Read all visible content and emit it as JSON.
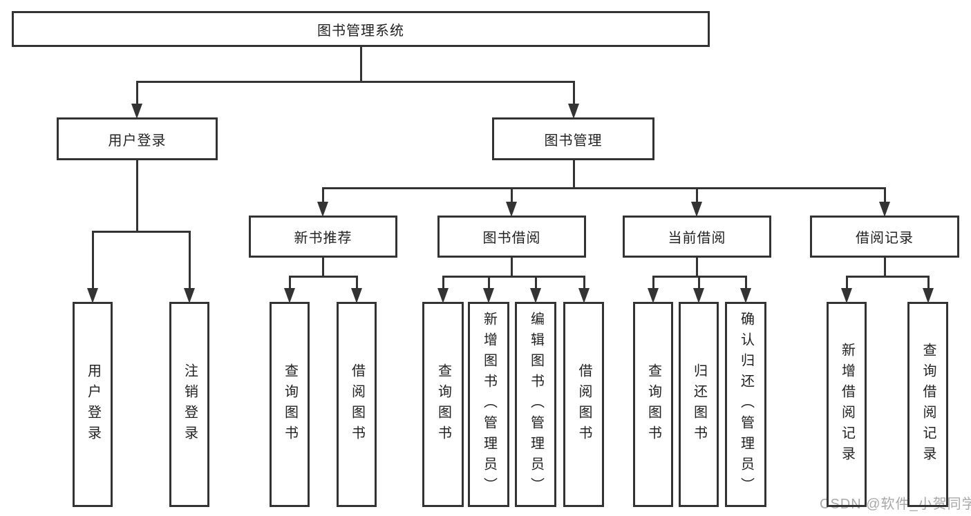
{
  "root": {
    "label": "图书管理系统"
  },
  "level2": [
    {
      "id": "user-login",
      "label": "用户登录",
      "children": [
        "用户登录",
        "注销登录"
      ]
    },
    {
      "id": "book-management",
      "label": "图书管理",
      "sections": [
        {
          "id": "new-book-recommend",
          "label": "新书推荐",
          "children": [
            "查询图书",
            "借阅图书"
          ]
        },
        {
          "id": "book-borrow",
          "label": "图书借阅",
          "children": [
            "查询图书",
            "新增图书（管理员）",
            "编辑图书（管理员）",
            "借阅图书"
          ]
        },
        {
          "id": "current-borrow",
          "label": "当前借阅",
          "children": [
            "查询图书",
            "归还图书",
            "确认归还（管理员）"
          ]
        },
        {
          "id": "borrow-records",
          "label": "借阅记录",
          "children": [
            "新增借阅记录",
            "查询借阅记录"
          ]
        }
      ]
    }
  ],
  "watermark": {
    "text": "CSDN @软件_小贺同学"
  },
  "colors": {
    "line": "#333333",
    "text": "#222222",
    "watermark": "#a8a8a8",
    "background": "#ffffff"
  }
}
